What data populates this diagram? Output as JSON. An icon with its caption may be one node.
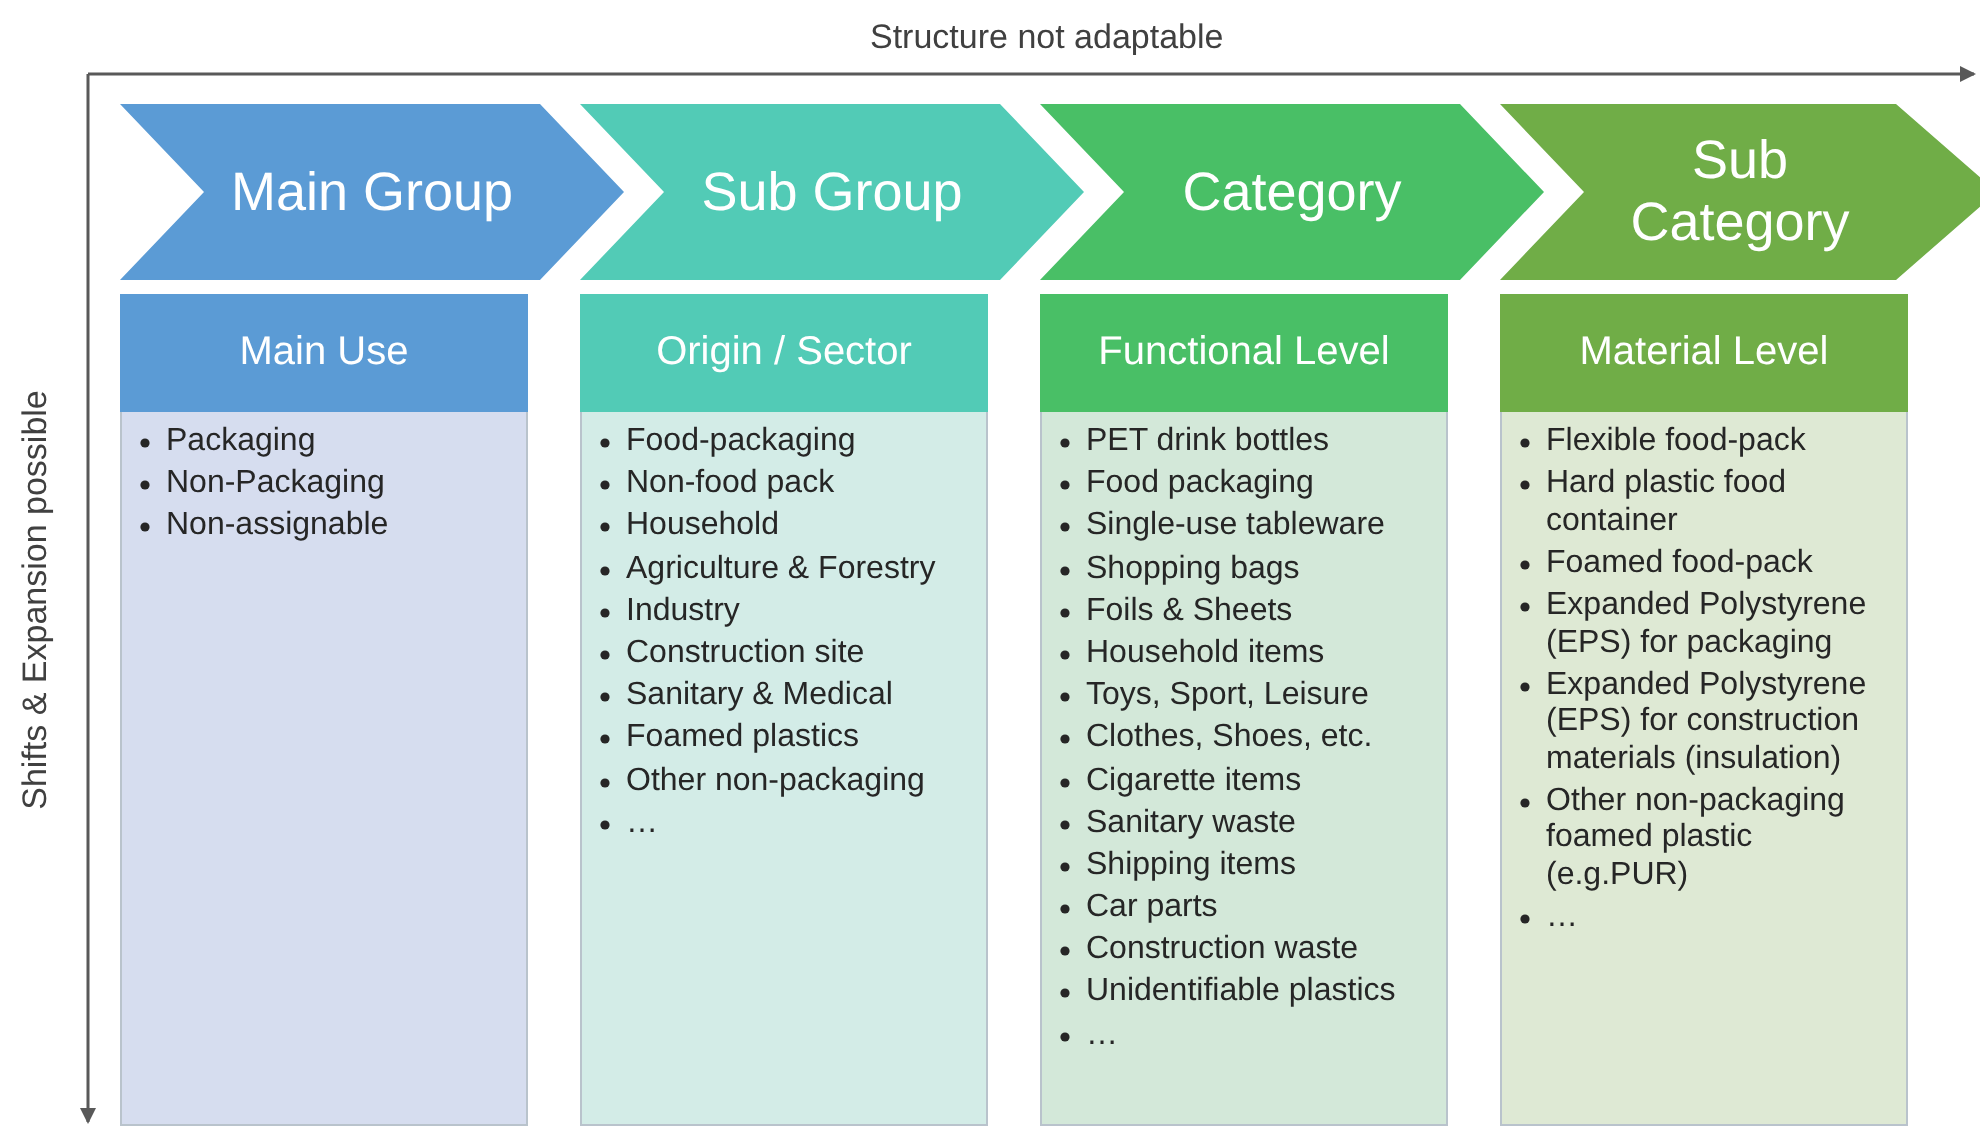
{
  "diagram": {
    "nodes": [
      {
        "text": [
          "Main Group"
        ]
      },
      {
        "text": [
          "Sub Group"
        ]
      },
      {
        "text": [
          "Category"
        ]
      },
      {
        "text": [
          "Sub Category"
        ]
      },
      {
        "text": [
          "Main Use"
        ]
      },
      {
        "text": [
          "Origin / Sector"
        ]
      },
      {
        "text": [
          "Functional Level"
        ]
      },
      {
        "text": [
          "Material Level"
        ]
      },
      {
        "text": [
          "Packaging",
          "Non-Packaging",
          "Non-assignable"
        ]
      },
      {
        "text": [
          "Food-packaging",
          "Non-food pack",
          "Household",
          "Agriculture & Forestry",
          "Industry",
          "Construction site",
          "Sanitary & Medical",
          "Foamed plastics",
          "Other non-packaging",
          "…"
        ]
      },
      {
        "text": [
          "PET drink bottles",
          "Food packaging",
          "Single-use tableware",
          "Shopping bags",
          "Foils & Sheets",
          "Household items",
          "Toys, Sport, Leisure",
          "Clothes, Shoes, etc.",
          "Cigarette items",
          "Sanitary waste",
          "Shipping items",
          "Car parts",
          "Construction waste",
          "Unidentifiable plastics",
          "…"
        ]
      },
      {
        "text": [
          "Flexible food-pack",
          "Hard plastic food container",
          "Foamed food-pack",
          "Expanded Polystyrene (EPS) for packaging",
          "Expanded Polystyrene (EPS) for construction materials (insulation)",
          "Other non-packaging foamed plastic (e.g.PUR)",
          "…"
        ]
      }
    ],
    "labels": [
      "Structure not adaptable",
      "Shifts & Expansion possible"
    ]
  }
}
